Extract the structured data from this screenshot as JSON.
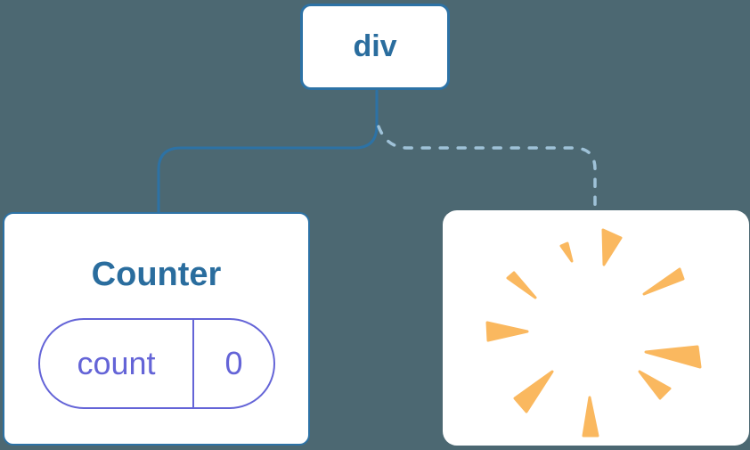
{
  "tree": {
    "root": {
      "label": "div"
    },
    "counter": {
      "title": "Counter",
      "state": {
        "key": "count",
        "value": "0"
      }
    },
    "removed": {
      "icon": "poof-sparkle-icon"
    }
  },
  "colors": {
    "background": "#4c6872",
    "node_fill": "#ffffff",
    "node_border_blue": "#2d72a5",
    "text_blue": "#2a6d9e",
    "edge_solid_blue": "#2d72a5",
    "edge_dashed_light_blue": "#9fc2d8",
    "pill_purple": "#6464d7",
    "sparkle_orange": "#fab85f"
  }
}
